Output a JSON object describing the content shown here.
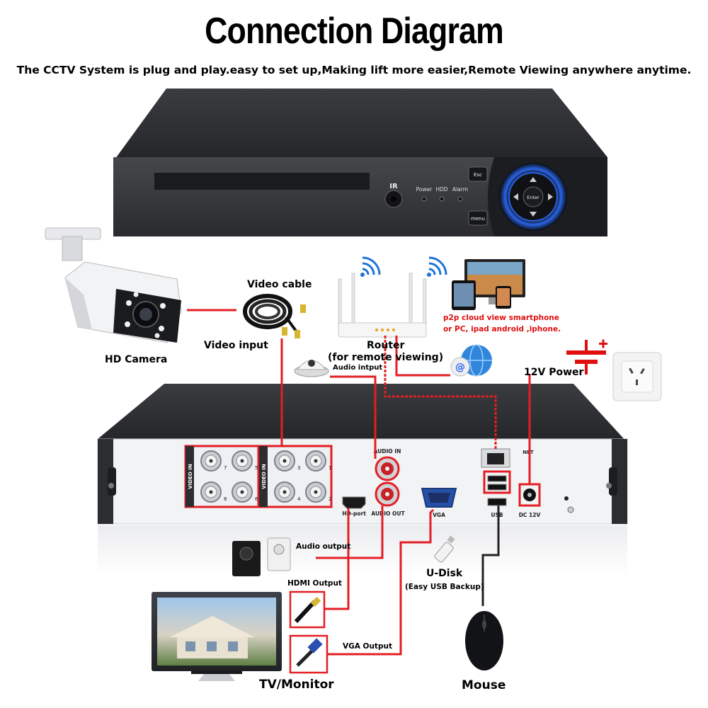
{
  "title": "Connection Diagram",
  "subtitle": "The CCTV System is plug and play.easy to set up,Making lift more easier,Remote Viewing anywhere anytime.",
  "dvr_front": {
    "ir_label": "IR",
    "power_label": "Power",
    "hdd_label": "HDD",
    "alarm_label": "Alarm",
    "esc_label": "Esc",
    "menu_label": "menu",
    "enter_label": "Enter"
  },
  "labels": {
    "hd_camera": "HD Camera",
    "video_cable": "Video cable",
    "video_input": "Video input",
    "router": "Router",
    "router_note": "(for remote viewing)",
    "p2p_line1": "p2p cloud  view smartphone",
    "p2p_line2": "or PC, ipad android ,iphone.",
    "audio_input": "Audio intput",
    "power_12v": "12V Power",
    "audio_output": "Audio output",
    "hdmi_output": "HDMI Output",
    "vga_output": "VGA Output",
    "u_disk": "U-Disk",
    "u_disk_note": "(Easy USB Backup)",
    "tv_monitor": "TV/Monitor",
    "mouse": "Mouse"
  },
  "dvr_back": {
    "video_in_label": "VIDEO IN",
    "channels_top": [
      "7",
      "5",
      "3",
      "1"
    ],
    "channels_bottom": [
      "8",
      "6",
      "4",
      "2"
    ],
    "audio_in": "AUDIO IN",
    "audio_out": "AUDIO OUT",
    "hd_port": "HD-port",
    "vga": "VGA",
    "usb": "USB",
    "net": "NET",
    "dc12v": "DC 12V"
  },
  "colors": {
    "wire": "#e31e24",
    "dvr_body": "#2e3033",
    "dvr_back_panel": "#f2f3f5",
    "accent_blue": "#2a64e8",
    "text_red": "#e01010"
  }
}
